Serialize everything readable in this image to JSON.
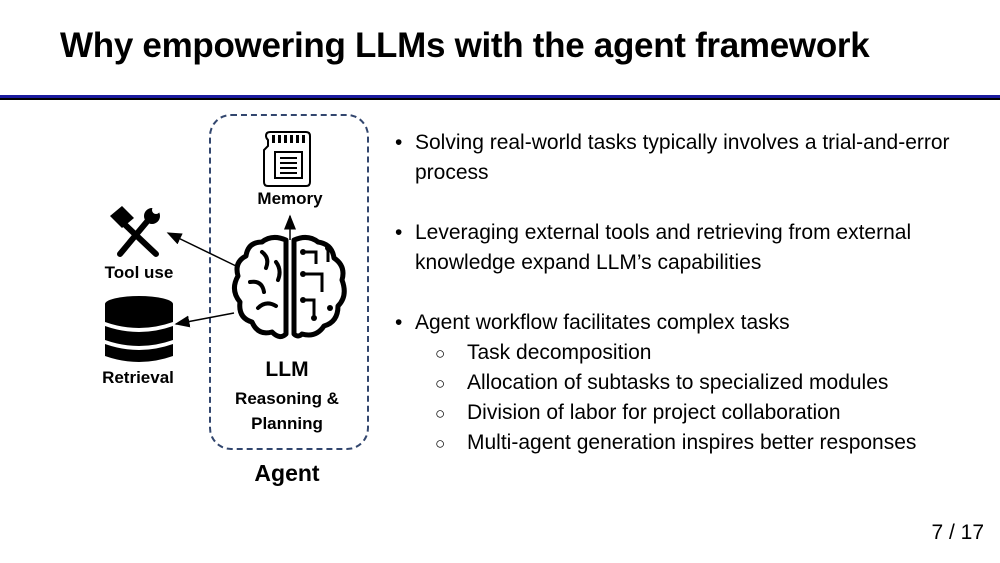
{
  "slide": {
    "title": "Why empowering LLMs with the agent framework",
    "page_number": "7 / 17"
  },
  "diagram": {
    "memory_label": "Memory",
    "tool_label": "Tool use",
    "retrieval_label": "Retrieval",
    "llm_label": "LLM",
    "llm_sub_label": "Reasoning & Planning",
    "agent_label": "Agent",
    "icons": [
      "memory-card-icon",
      "tools-icon",
      "database-icon",
      "brain-icon"
    ]
  },
  "bullets": [
    {
      "text": "Solving real-world tasks typically involves a trial-and-error process",
      "subs": []
    },
    {
      "text": "Leveraging external tools and retrieving from external knowledge expand LLM’s capabilities",
      "subs": []
    },
    {
      "text": "Agent workflow facilitates complex tasks",
      "subs": [
        "Task decomposition",
        "Allocation of subtasks to specialized modules",
        "Division of labor for project collaboration",
        "Multi-agent generation inspires better responses"
      ]
    }
  ],
  "markers": {
    "bullet": "•",
    "sub_bullet": "○"
  },
  "colors": {
    "title_rule": "#1a1a9e",
    "agent_border": "#32466e"
  }
}
